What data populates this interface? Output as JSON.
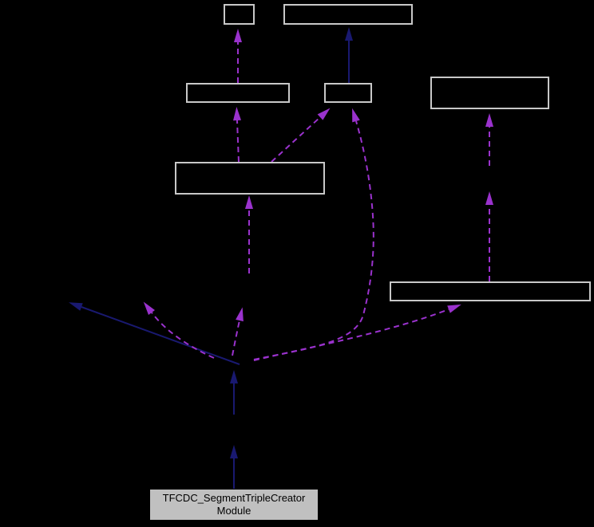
{
  "diagram": {
    "background_color": "#000000",
    "colors": {
      "inheritance_edge": "#191970",
      "usage_edge": "#9a32cd",
      "empty_node_border": "#c8c8c8",
      "empty_node_fill": "#000000",
      "main_node_fill": "#c0c0c0",
      "main_node_border": "#000000",
      "main_node_text": "#000000"
    },
    "main_node": {
      "label_line1": "TFCDC_SegmentTripleCreator",
      "label_line2": "Module"
    },
    "empty_nodes": [
      {
        "id": "node-top-small",
        "label": ""
      },
      {
        "id": "node-top-wide",
        "label": ""
      },
      {
        "id": "node-mid-left",
        "label": ""
      },
      {
        "id": "node-mid-center",
        "label": ""
      },
      {
        "id": "node-mid-right",
        "label": ""
      },
      {
        "id": "node-row3",
        "label": ""
      },
      {
        "id": "node-row4",
        "label": ""
      }
    ]
  }
}
